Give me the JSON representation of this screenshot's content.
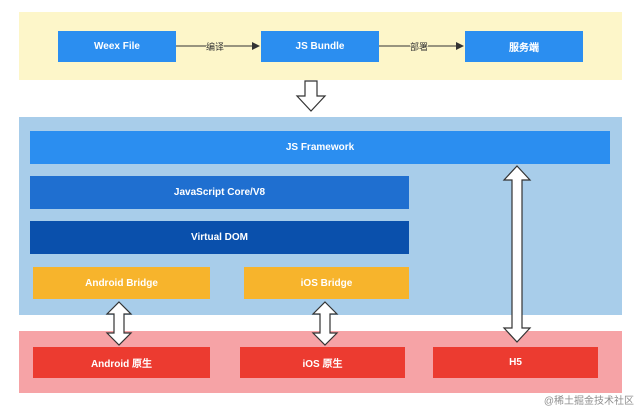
{
  "colors": {
    "top_panel": "#fdf6c9",
    "middle_panel": "#a8cdea",
    "bottom_panel": "#f6a3a6",
    "blue_box": "#2b8ef0",
    "mid_blue_box": "#1f6fd0",
    "dark_blue_box": "#0a50ac",
    "orange_box": "#f7b42c",
    "red_box": "#ec3b30"
  },
  "top": {
    "weex_file": "Weex File",
    "js_bundle": "JS Bundle",
    "server": "服务端",
    "compile_label": "编译",
    "deploy_label": "部署"
  },
  "middle": {
    "js_framework": "JS Framework",
    "js_core": "JavaScript Core/V8",
    "virtual_dom": "Virtual DOM",
    "android_bridge": "Android Bridge",
    "ios_bridge": "iOS Bridge"
  },
  "bottom": {
    "android_native": "Android 原生",
    "ios_native": "iOS 原生",
    "h5": "H5"
  },
  "watermark": "@稀土掘金技术社区"
}
